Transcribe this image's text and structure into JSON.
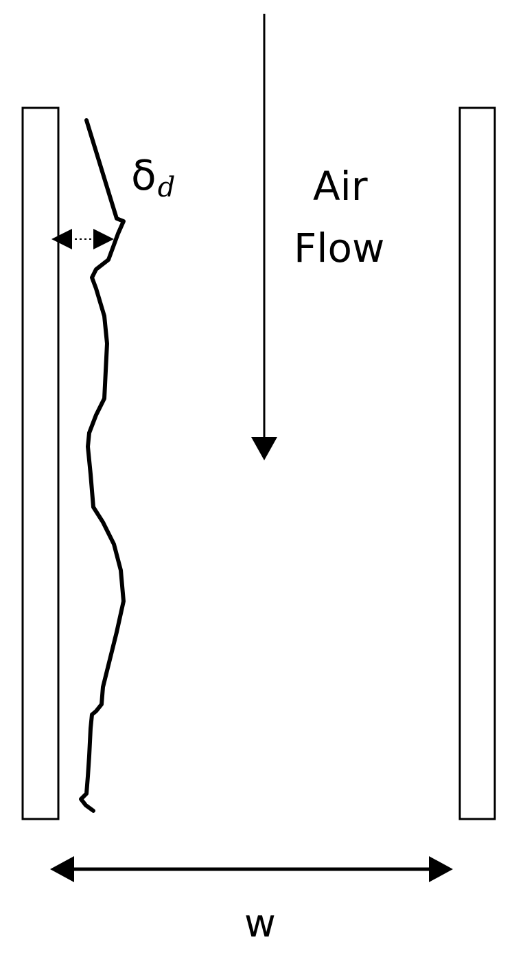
{
  "labels": {
    "film_thickness_symbol": "δ",
    "film_thickness_subscript": "d",
    "air_flow_line1": "Air",
    "air_flow_line2": "Flow",
    "width": "w"
  },
  "colors": {
    "line": "#000000",
    "background": "#ffffff"
  }
}
